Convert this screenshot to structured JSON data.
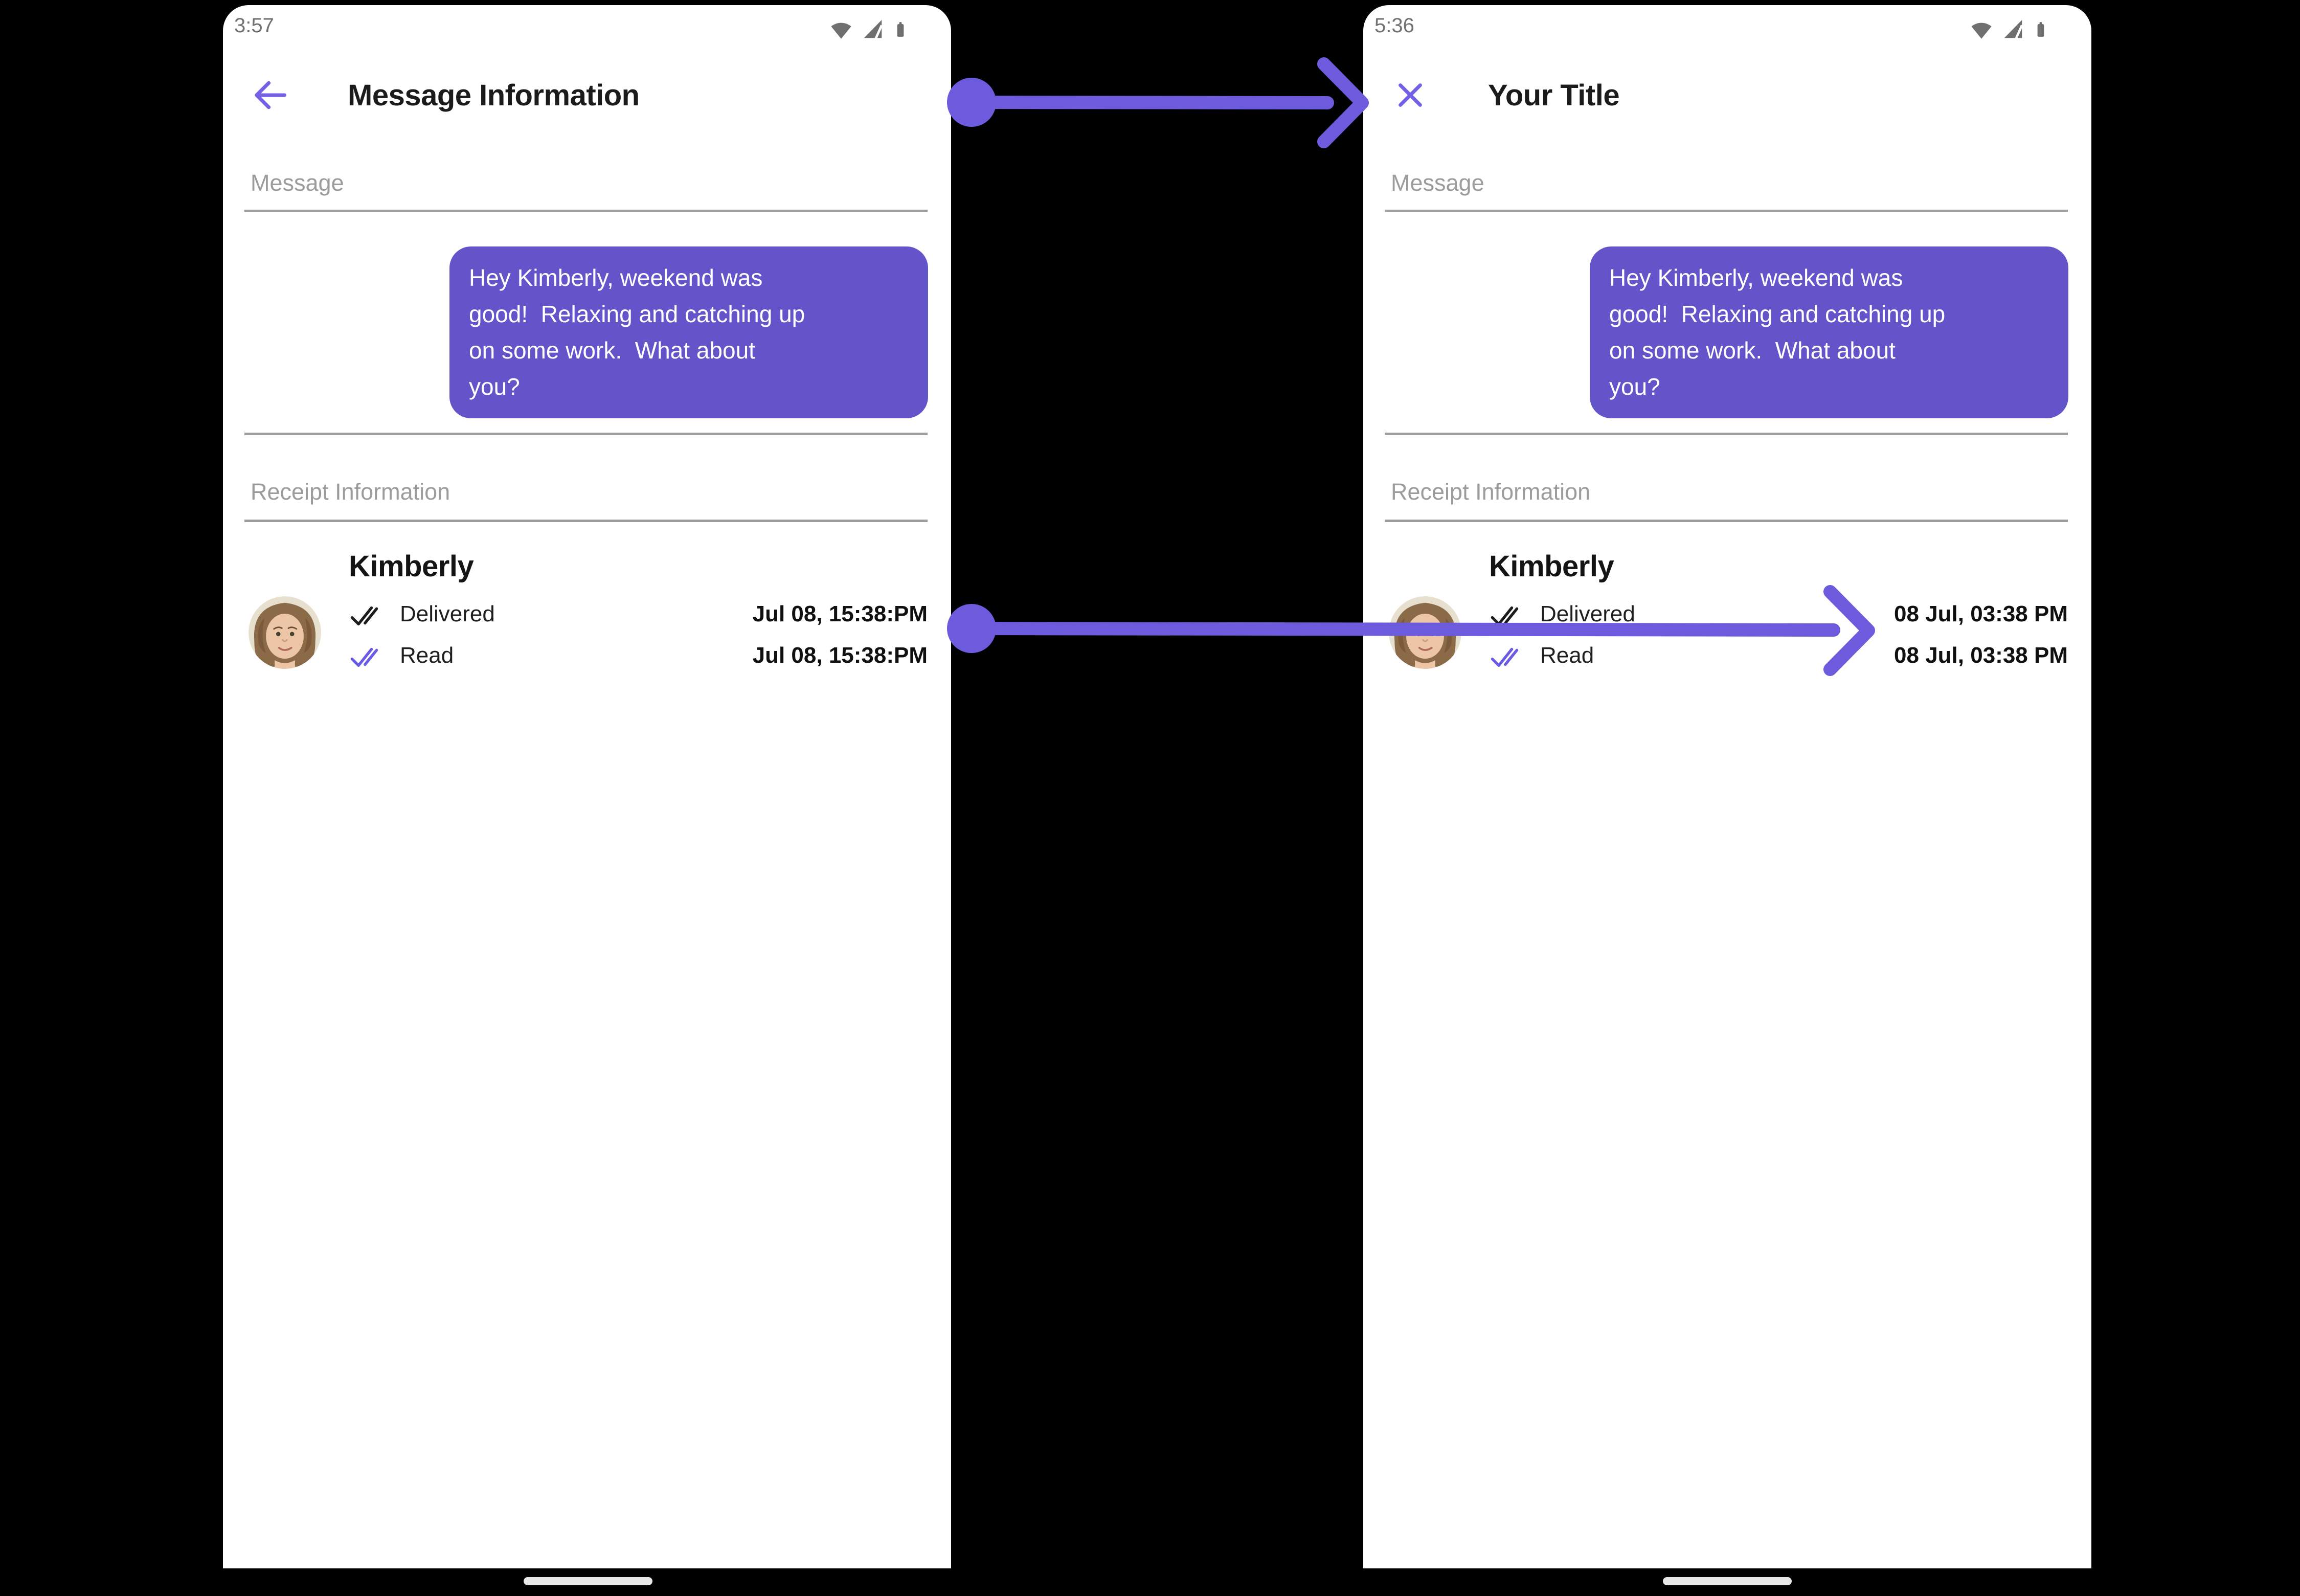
{
  "colors": {
    "accent_icon": "#7261e4",
    "arrow_annotation": "#6c5bdd",
    "bubble": "#6354c9",
    "read_check": "#6a5be4",
    "delivered_check": "#1c1c1c",
    "section_label_gray": "#9c9c9c",
    "background": "#000000"
  },
  "shared": {
    "bubble_lines": [
      "Hey Kimberly, weekend was",
      "good!  Relaxing and catching up",
      "on some work.  What about",
      "you?"
    ],
    "bubble_text": "Hey Kimberly, weekend was good!  Relaxing and catching up on some work.  What about you?",
    "message_section_label": "Message",
    "receipt_section_label": "Receipt Information",
    "contact_name": "Kimberly",
    "status_icons": [
      "wifi-icon",
      "cellular-signal-icon",
      "battery-icon"
    ]
  },
  "phones": {
    "left": {
      "status_time": "3:57",
      "nav_icon": "arrow-back-icon",
      "title": "Message Information",
      "receipt_rows": [
        {
          "label": "Delivered",
          "timestamp": "Jul 08, 15:38:PM"
        },
        {
          "label": "Read",
          "timestamp": "Jul 08, 15:38:PM"
        }
      ]
    },
    "right": {
      "status_time": "5:36",
      "nav_icon": "close-icon",
      "title": "Your Title",
      "receipt_rows": [
        {
          "label": "Delivered",
          "timestamp": "08 Jul, 03:38 PM"
        },
        {
          "label": "Read",
          "timestamp": "08 Jul, 03:38 PM"
        }
      ]
    }
  }
}
